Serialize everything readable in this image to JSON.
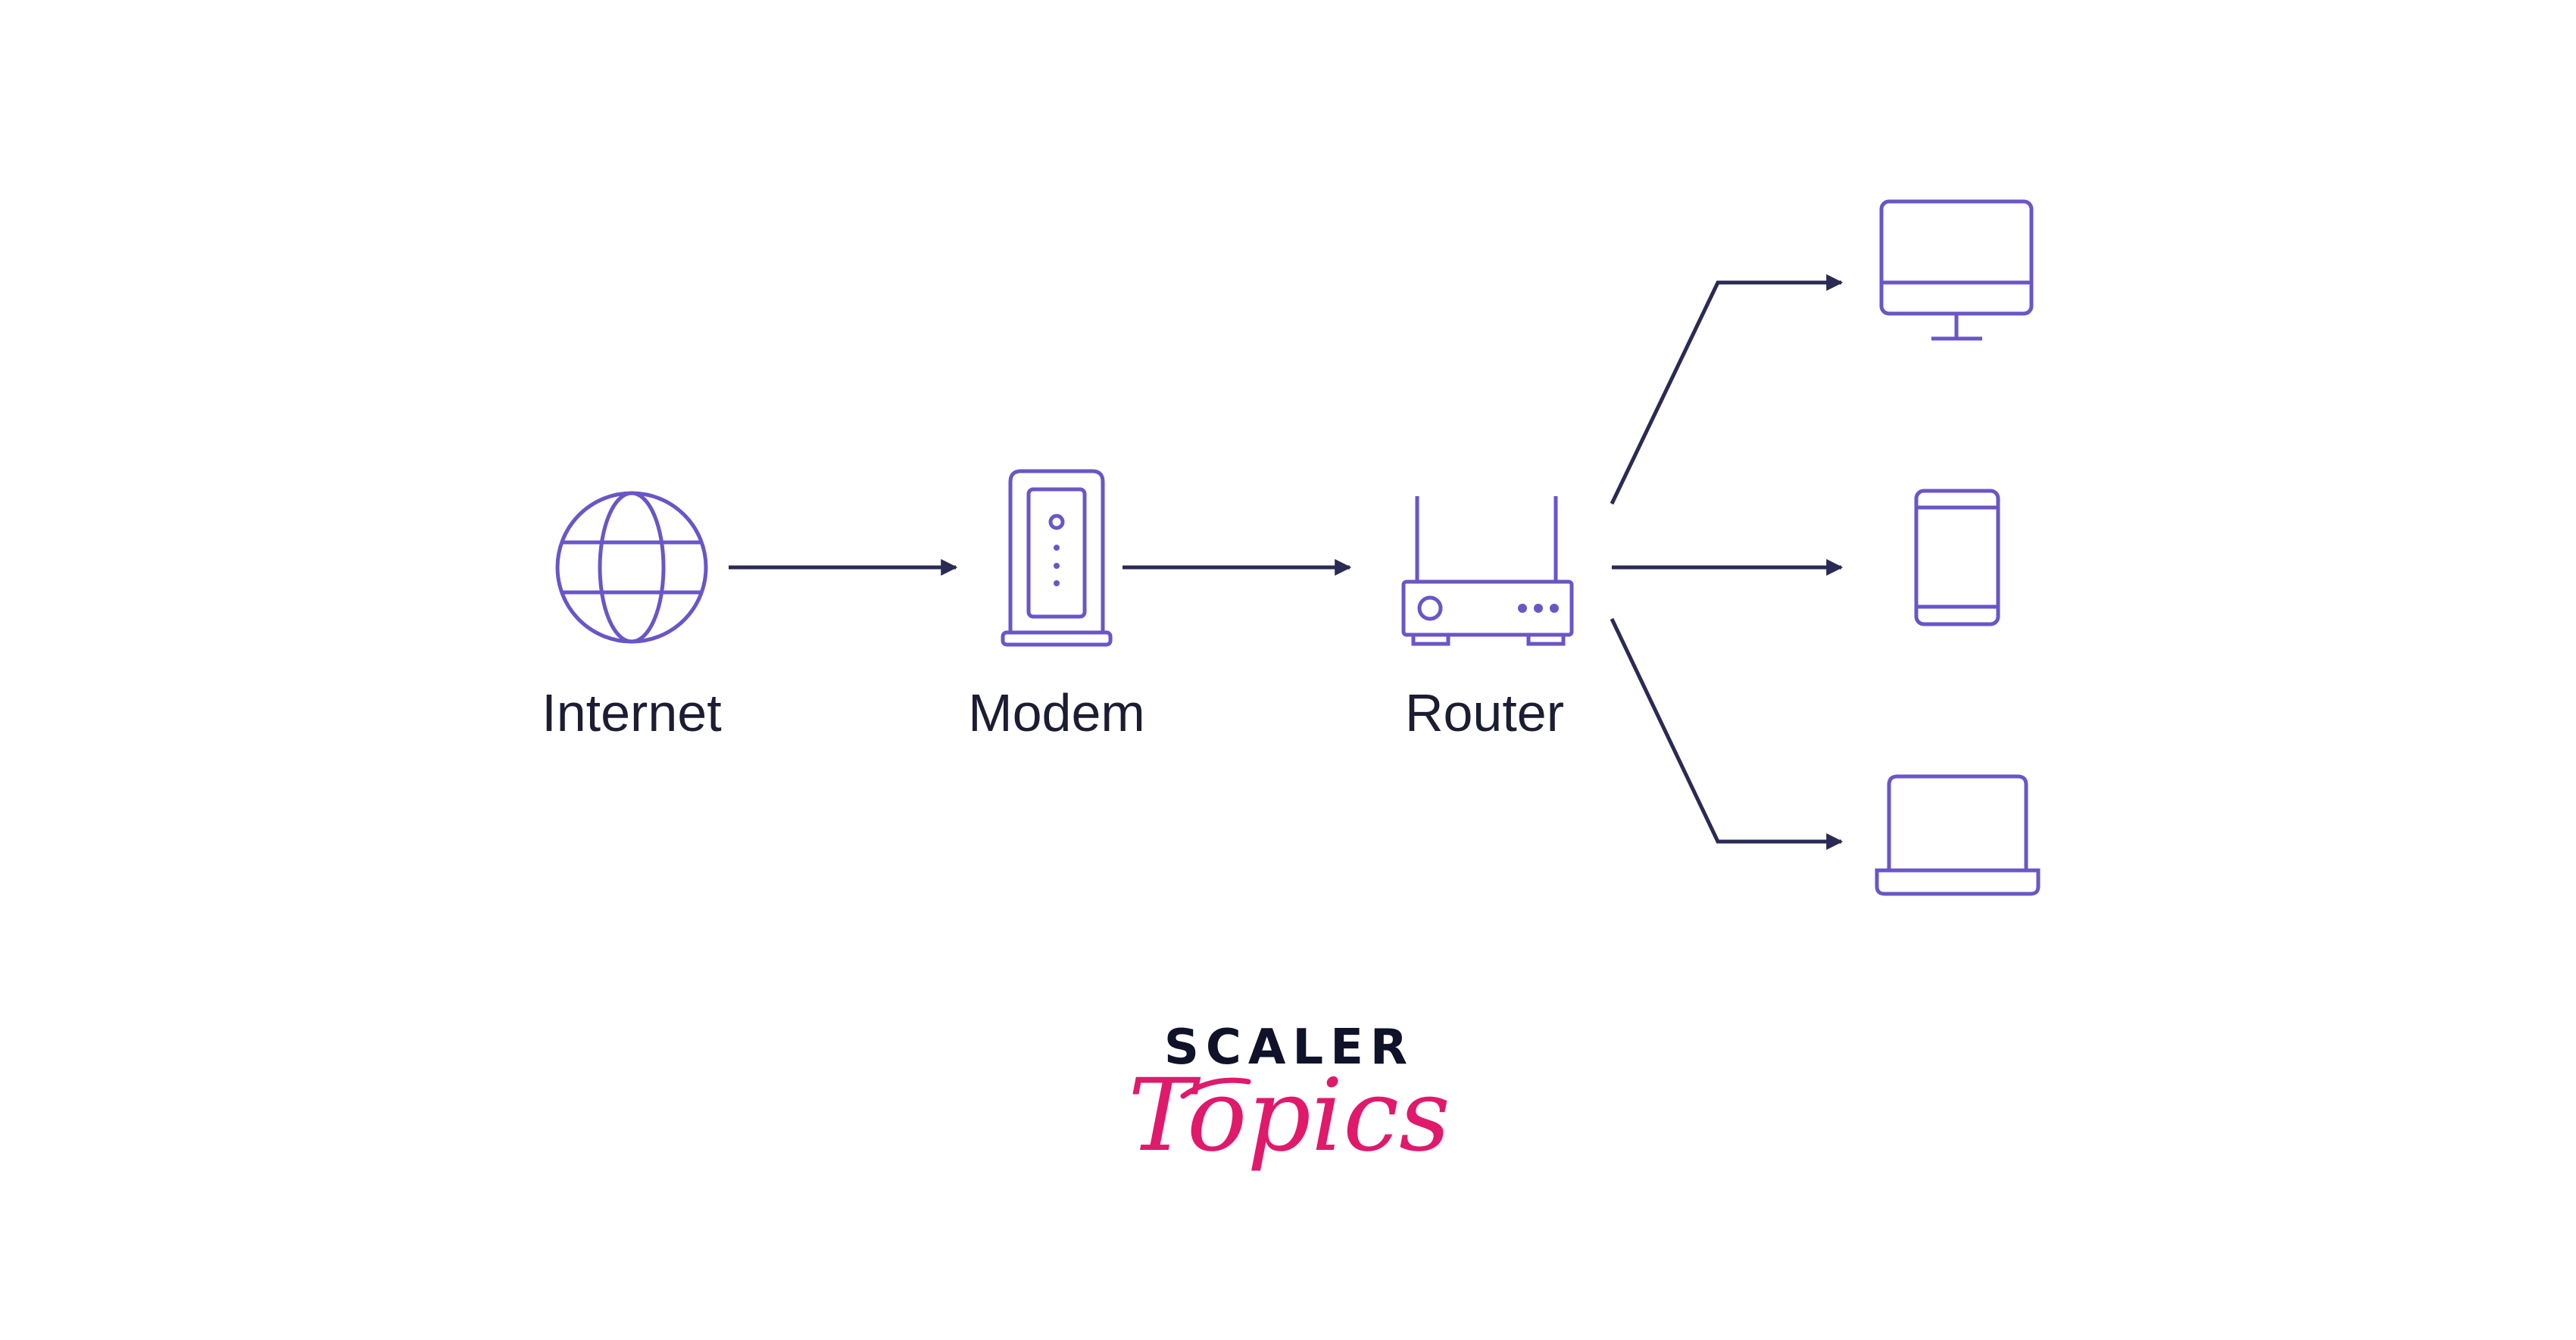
{
  "nodes": {
    "internet": {
      "label": "Internet"
    },
    "modem": {
      "label": "Modem"
    },
    "router": {
      "label": "Router"
    }
  },
  "devices": [
    "desktop-monitor",
    "smartphone",
    "laptop"
  ],
  "branding": {
    "word": "SCALER",
    "script": "Topics"
  },
  "colors": {
    "icon": "#6a55c8",
    "arrow": "#2a2a55",
    "label": "#1c1d33",
    "brand_dark": "#0f1229",
    "brand_pink": "#e0196b"
  }
}
